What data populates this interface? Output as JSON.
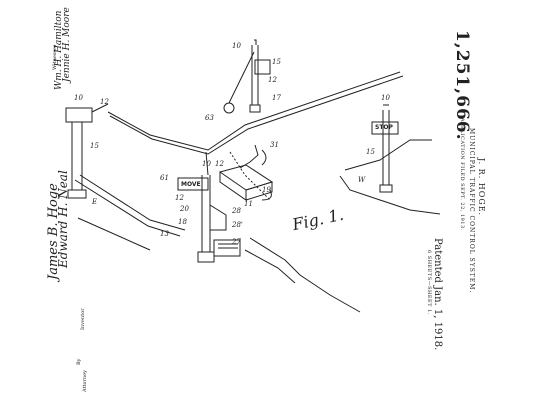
{
  "patent": {
    "number": "1,251,666.",
    "inventor": "J. R. HOGE.",
    "title": "MUNICIPAL TRAFFIC CONTROL SYSTEM.",
    "application": "APPLICATION FILED SEPT. 22, 1913.",
    "patented": "Patented Jan. 1, 1918.",
    "sheets": "6 SHEETS—SHEET 1."
  },
  "drawing": {
    "figure_label": "Fig. 1.",
    "sign_move": "MOVE",
    "sign_stop": "STOP",
    "refs": [
      "10",
      "15",
      "12",
      "10",
      "12",
      "15",
      "10",
      "63",
      "17",
      "15",
      "10",
      "12",
      "31",
      "61",
      "E",
      "12",
      "20",
      "18",
      "28",
      "28'",
      "27",
      "13",
      "19",
      "W",
      "11"
    ]
  },
  "margin": {
    "witnesses_label": "Witnesses",
    "inventor_label": "Inventor",
    "by_label": "By",
    "attorney_label": "Attorney",
    "witness_signatures": [
      "Wm. H. Hamilton",
      "Jennie H. Moore"
    ],
    "inventor_signature": "James B. Hoge",
    "attorney_signature": "Edward H. Neal"
  }
}
